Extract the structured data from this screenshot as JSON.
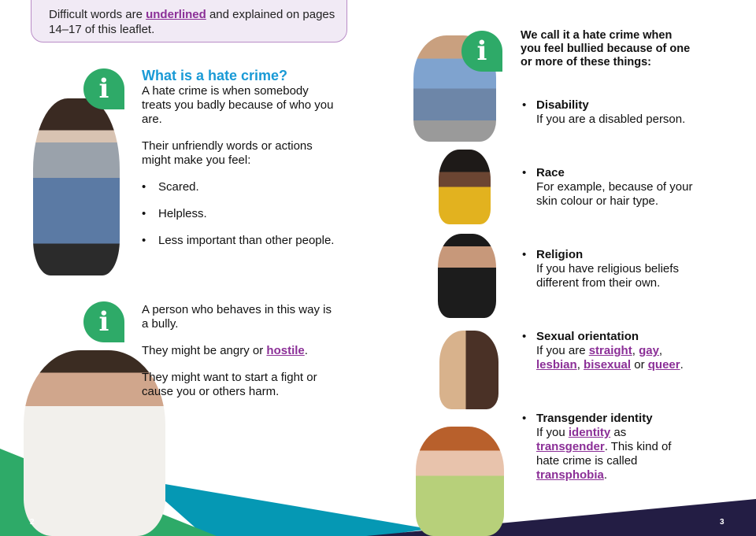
{
  "note": {
    "pre": "Difficult words are ",
    "link": "underlined",
    "post": " and explained on pages 14–17 of this leaflet."
  },
  "left": {
    "heading": "What is a hate crime?",
    "p1": "A hate crime is when somebody treats you badly because of who you are.",
    "p2": "Their unfriendly words or actions might make you feel:",
    "feelings": [
      "Scared.",
      "Helpless.",
      "Less important than other people."
    ],
    "p3": "A person who behaves in this way is a bully.",
    "p4_pre": "They might be angry or ",
    "p4_link": "hostile",
    "p4_post": ".",
    "p5": "They might want to start a fight or cause you or others harm."
  },
  "right": {
    "intro": "We call it a hate crime when you feel bullied because of one or more of these things:",
    "items": [
      {
        "title": "Disability",
        "text": "If you are a disabled person."
      },
      {
        "title": "Race",
        "text": "For example, because of your skin colour or hair type."
      },
      {
        "title": "Religion",
        "text": "If you have religious beliefs different from their own."
      },
      {
        "title": "Sexual orientation",
        "t1": "If you are ",
        "l1": "straight",
        "t2": ", ",
        "l2": "gay",
        "t3": ", ",
        "l3": "lesbian",
        "t4": ", ",
        "l4": "bisexual",
        "t5": " or ",
        "l5": "queer",
        "t6": "."
      },
      {
        "title": "Transgender identity",
        "t1": "If you ",
        "l1": "identity",
        "t2": " as ",
        "l2": "transgender",
        "t3": ". This kind of hate crime is called ",
        "l3": "transphobia",
        "t4": "."
      }
    ]
  },
  "icons": {
    "info": "i"
  },
  "pages": {
    "left": "2",
    "right": "3"
  },
  "colors": {
    "green": "#2eaa68",
    "teal": "#0598b4",
    "navy": "#231d44",
    "purple": "#8b2f97",
    "blue": "#1a9ad6"
  }
}
